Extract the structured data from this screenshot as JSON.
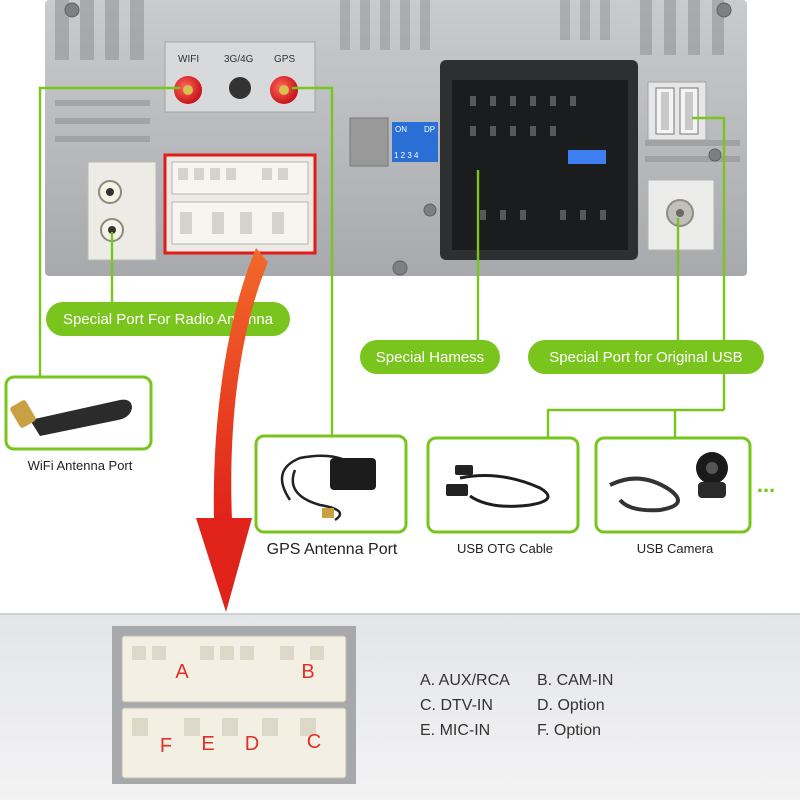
{
  "panel": {
    "wifi_port_label": "WIFI",
    "mid_port_label": "3G/4G",
    "gps_port_label": "GPS",
    "dip_on_label": "ON",
    "dip_dp_label": "DP",
    "dip_numbers": "1 2 3 4"
  },
  "callouts": {
    "radio_antenna": "Special Port For Radio Antenna",
    "harness": "Special Hamess",
    "original_usb": "Special Port for Original USB"
  },
  "accessories": {
    "wifi_antenna": "WiFi Antenna Port",
    "gps_antenna": "GPS Antenna Port",
    "usb_otg": "USB OTG Cable",
    "usb_camera": "USB Camera",
    "more": "..."
  },
  "connector": {
    "letters": [
      "A",
      "B",
      "F",
      "E",
      "D",
      "C"
    ]
  },
  "legend": {
    "rows": [
      [
        "A. AUX/RCA",
        "B. CAM-IN"
      ],
      [
        "C. DTV-IN",
        "D. Option"
      ],
      [
        "E. MIC-IN",
        "F. Option"
      ]
    ]
  },
  "colors": {
    "accent_green": "#79c51d",
    "arrow_red": "#e8401c",
    "highlight_red": "#e01c1c",
    "metal": "#b4b6b9"
  }
}
